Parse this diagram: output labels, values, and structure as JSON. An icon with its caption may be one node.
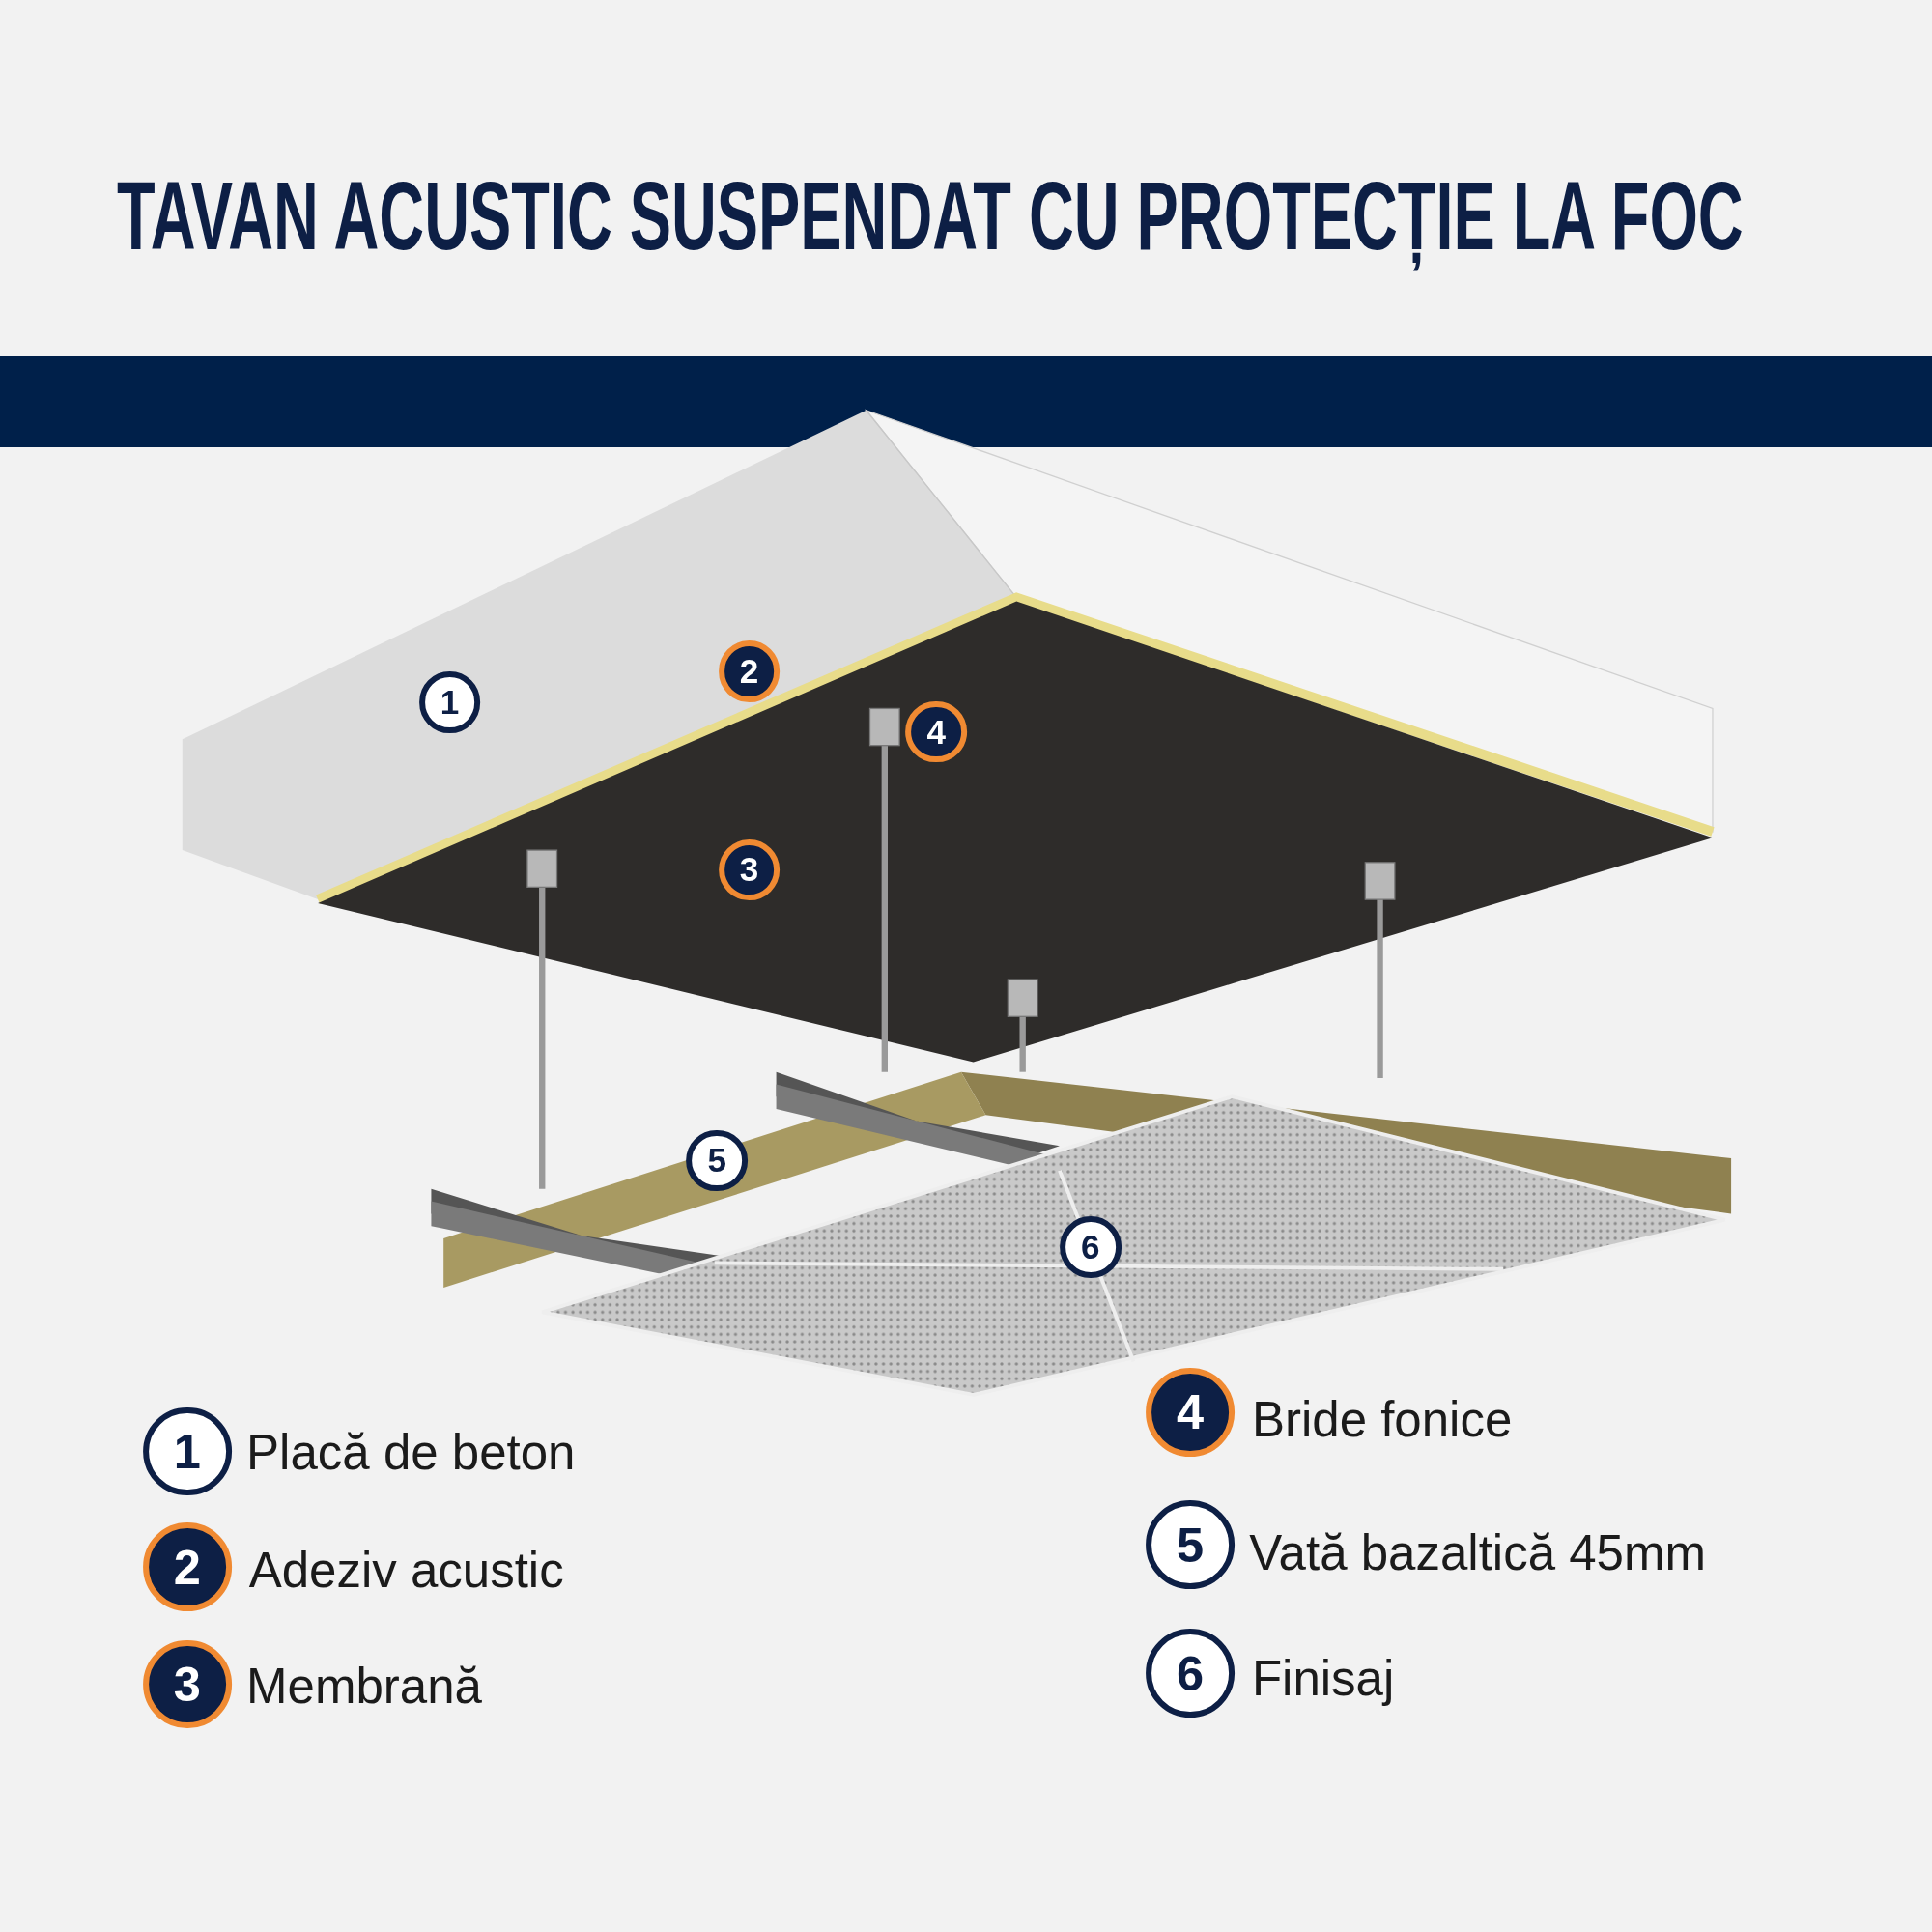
{
  "diagram": {
    "title": "TAVAN ACUSTIC SUSPENDAT CU PROTECȚIE LA FOC",
    "labels": [
      "2",
      "1",
      "4",
      "3",
      "5",
      "6",
      "1",
      "Placă de beton",
      "4",
      "Bride fonice",
      "2",
      "Adeziv acustic",
      "5",
      "Vată bazaltică 45mm",
      "3",
      "Membrană",
      "6",
      "Finisaj"
    ]
  }
}
